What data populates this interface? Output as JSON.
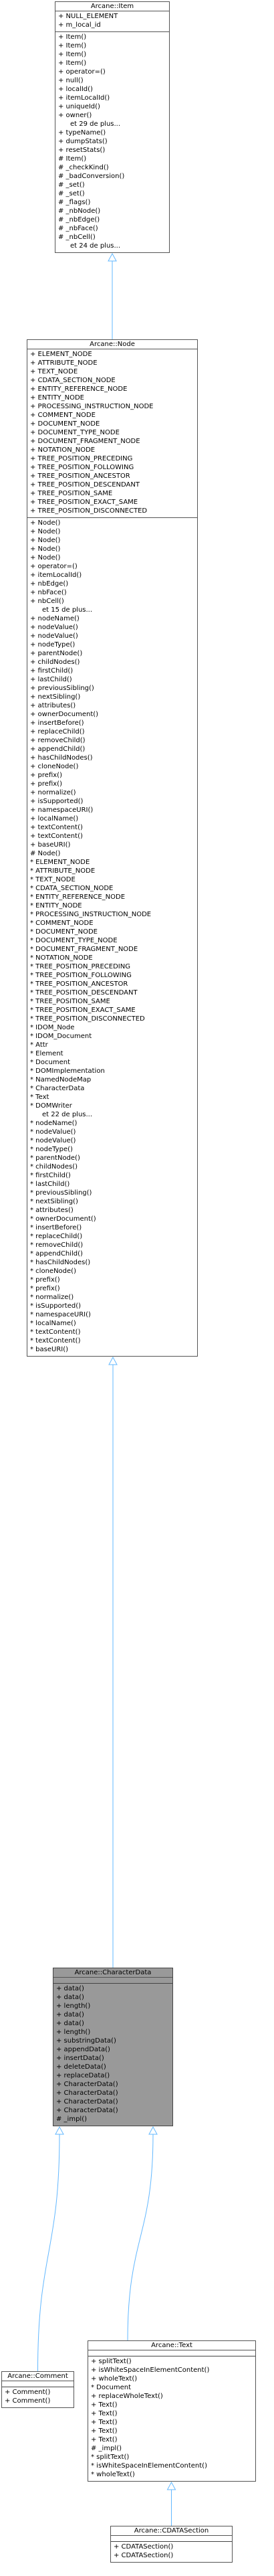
{
  "diagram": {
    "classes": [
      {
        "id": "item",
        "title": "Arcane::Item",
        "attributes": [
          "+ NULL_ELEMENT",
          "+ m_local_id"
        ],
        "methods": [
          "+ Item()",
          "+ Item()",
          "+ Item()",
          "+ Item()",
          "+ operator=()",
          "+ null()",
          "+ localId()",
          "+ itemLocalId()",
          "+ uniqueId()",
          "+ owner()",
          "  et 29 de plus...",
          "+ typeName()",
          "+ dumpStats()",
          "+ resetStats()",
          "# Item()",
          "# _checkKind()",
          "# _badConversion()",
          "# _set()",
          "# _set()",
          "# _flags()",
          "# _nbNode()",
          "# _nbEdge()",
          "# _nbFace()",
          "# _nbCell()",
          "  et 24 de plus..."
        ],
        "highlight": false
      },
      {
        "id": "node",
        "title": "Arcane::Node",
        "attributes": [
          "+ ELEMENT_NODE",
          "+ ATTRIBUTE_NODE",
          "+ TEXT_NODE",
          "+ CDATA_SECTION_NODE",
          "+ ENTITY_REFERENCE_NODE",
          "+ ENTITY_NODE",
          "+ PROCESSING_INSTRUCTION_NODE",
          "+ COMMENT_NODE",
          "+ DOCUMENT_NODE",
          "+ DOCUMENT_TYPE_NODE",
          "+ DOCUMENT_FRAGMENT_NODE",
          "+ NOTATION_NODE",
          "+ TREE_POSITION_PRECEDING",
          "+ TREE_POSITION_FOLLOWING",
          "+ TREE_POSITION_ANCESTOR",
          "+ TREE_POSITION_DESCENDANT",
          "+ TREE_POSITION_SAME",
          "+ TREE_POSITION_EXACT_SAME",
          "+ TREE_POSITION_DISCONNECTED"
        ],
        "methods": [
          "+ Node()",
          "+ Node()",
          "+ Node()",
          "+ Node()",
          "+ Node()",
          "+ operator=()",
          "+ itemLocalId()",
          "+ nbEdge()",
          "+ nbFace()",
          "+ nbCell()",
          "  et 15 de plus...",
          "+ nodeName()",
          "+ nodeValue()",
          "+ nodeValue()",
          "+ nodeType()",
          "+ parentNode()",
          "+ childNodes()",
          "+ firstChild()",
          "+ lastChild()",
          "+ previousSibling()",
          "+ nextSibling()",
          "+ attributes()",
          "+ ownerDocument()",
          "+ insertBefore()",
          "+ replaceChild()",
          "+ removeChild()",
          "+ appendChild()",
          "+ hasChildNodes()",
          "+ cloneNode()",
          "+ prefix()",
          "+ prefix()",
          "+ normalize()",
          "+ isSupported()",
          "+ namespaceURI()",
          "+ localName()",
          "+ textContent()",
          "+ textContent()",
          "+ baseURI()",
          "# Node()",
          "* ELEMENT_NODE",
          "* ATTRIBUTE_NODE",
          "* TEXT_NODE",
          "* CDATA_SECTION_NODE",
          "* ENTITY_REFERENCE_NODE",
          "* ENTITY_NODE",
          "* PROCESSING_INSTRUCTION_NODE",
          "* COMMENT_NODE",
          "* DOCUMENT_NODE",
          "* DOCUMENT_TYPE_NODE",
          "* DOCUMENT_FRAGMENT_NODE",
          "* NOTATION_NODE",
          "* TREE_POSITION_PRECEDING",
          "* TREE_POSITION_FOLLOWING",
          "* TREE_POSITION_ANCESTOR",
          "* TREE_POSITION_DESCENDANT",
          "* TREE_POSITION_SAME",
          "* TREE_POSITION_EXACT_SAME",
          "* TREE_POSITION_DISCONNECTED",
          "* IDOM_Node",
          "* IDOM_Document",
          "* Attr",
          "* Element",
          "* Document",
          "* DOMImplementation",
          "* NamedNodeMap",
          "* CharacterData",
          "* Text",
          "* DOMWriter",
          "  et 22 de plus...",
          "* nodeName()",
          "* nodeValue()",
          "* nodeValue()",
          "* nodeType()",
          "* parentNode()",
          "* childNodes()",
          "* firstChild()",
          "* lastChild()",
          "* previousSibling()",
          "* nextSibling()",
          "* attributes()",
          "* ownerDocument()",
          "* insertBefore()",
          "* replaceChild()",
          "* removeChild()",
          "* appendChild()",
          "* hasChildNodes()",
          "* cloneNode()",
          "* prefix()",
          "* prefix()",
          "* normalize()",
          "* isSupported()",
          "* namespaceURI()",
          "* localName()",
          "* textContent()",
          "* textContent()",
          "* baseURI()"
        ],
        "highlight": false
      },
      {
        "id": "characterdata",
        "title": "Arcane::CharacterData",
        "attributes": [],
        "methods": [
          "+ data()",
          "+ data()",
          "+ length()",
          "+ data()",
          "+ data()",
          "+ length()",
          "+ substringData()",
          "+ appendData()",
          "+ insertData()",
          "+ deleteData()",
          "+ replaceData()",
          "+ CharacterData()",
          "+ CharacterData()",
          "+ CharacterData()",
          "+ CharacterData()",
          "# _impl()"
        ],
        "highlight": true
      },
      {
        "id": "comment",
        "title": "Arcane::Comment",
        "attributes": [],
        "methods": [
          "+ Comment()",
          "+ Comment()"
        ],
        "highlight": false
      },
      {
        "id": "text",
        "title": "Arcane::Text",
        "attributes": [],
        "methods": [
          "+ splitText()",
          "+ isWhiteSpaceInElementContent()",
          "+ wholeText()",
          "* Document",
          "+ replaceWholeText()",
          "+ Text()",
          "+ Text()",
          "+ Text()",
          "+ Text()",
          "+ Text()",
          "# _impl()",
          "* splitText()",
          "* isWhiteSpaceInElementContent()",
          "* wholeText()"
        ],
        "highlight": false
      },
      {
        "id": "cdatasection",
        "title": "Arcane::CDATASection",
        "attributes": [],
        "methods": [
          "+ CDATASection()",
          "+ CDATASection()"
        ],
        "highlight": false
      }
    ],
    "edges": [
      {
        "from": "node",
        "to": "item",
        "kind": "inheritance"
      },
      {
        "from": "characterdata",
        "to": "node",
        "kind": "inheritance"
      },
      {
        "from": "comment",
        "to": "characterdata",
        "kind": "inheritance"
      },
      {
        "from": "text",
        "to": "characterdata",
        "kind": "inheritance"
      },
      {
        "from": "cdatasection",
        "to": "text",
        "kind": "inheritance"
      }
    ],
    "colors": {
      "edge": "#63b8ff",
      "border": "#555555",
      "highlight_fill": "#999999"
    }
  }
}
